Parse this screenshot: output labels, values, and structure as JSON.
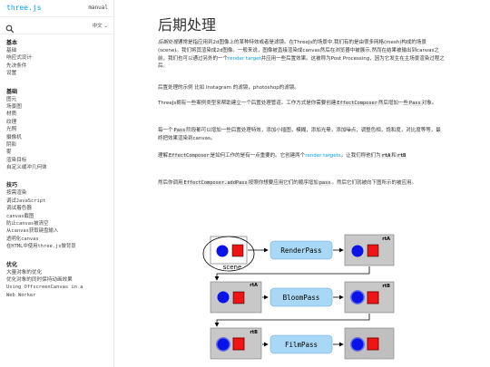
{
  "sidebar": {
    "logo": "three.js",
    "manual": "manual",
    "language": "中文",
    "groups": [
      {
        "title": "基本",
        "items": [
          "基础",
          "响应式设计",
          "先决条件",
          "设置"
        ]
      },
      {
        "title": "基础",
        "items": [
          "图元",
          "场景图",
          "材质",
          "纹理",
          "光照",
          "摄像机",
          "阴影",
          "雾",
          "渲染目标",
          "自定义缓冲几何体"
        ]
      },
      {
        "title": "技巧",
        "items": [
          "按需渲染",
          "调试JavaScript",
          "调试着色器",
          "canvas截图",
          "防止canvas被清空",
          "从canvas获取键盘输入",
          "透明化canvas",
          "在HTML中使用three.js做背景"
        ]
      },
      {
        "title": "优化",
        "items": [
          "大量对象的优化",
          "优化对象的同时保持动画效果",
          "Using OffscreenCanvas in a",
          "Web Worker"
        ]
      }
    ]
  },
  "page": {
    "title": "后期处理",
    "p1": {
      "em": "后期处理",
      "a": "通常是指应用到2d图像上的某种特效或者是滤镜。在ThreeJs的场景中,我们有的是由很多网格(mesh)构成的场景(scene)。我们将其渲染成2d图像。一般来说，图像被直接渲染成canvas然后在浏览器中被展示,然而在结果被输出到canvas之前，我们也可以通过另外的一个",
      "link": "render target",
      "b": "并应用一些后置效果。这被称为Post Processing，因为它发生在主场景渲染过程之后。"
    },
    "p2": "后置处理的示例 比如 Instagram 的滤镜，photoshop的滤镜。",
    "p3": {
      "a": "ThreeJs拥有一些案例类型来帮助建立一个后置处理管道。工作方式是你需要创建",
      "code": "EffectComposer",
      "b": "然后增加一些",
      "code2": "Pass",
      "c": "对象。"
    },
    "p4": {
      "a": "每一个",
      "code": "Pass",
      "b": "阶段都可以增加一些后置处理特效，添加小插图，模糊，添加光晕，添加噪点，调整色相，饱和度，对比度等等，最终把效果渲染到canvas。"
    },
    "p5": {
      "a": "理解",
      "code": "EffectComposer",
      "b": "是如何工作的是有一点重要的。它创建两个",
      "link": "render targets",
      "c": "。让我们称他们为",
      "r1": "rtA",
      "d": "和",
      "r2": "rtB"
    },
    "p6": {
      "a": "然后你调用",
      "code": "EffectComposer.addPass",
      "b": "按照你想要应用它们的顺序增加",
      "code2": "pass",
      "c": "。然后它们就被向下图所示的被应用。"
    }
  },
  "diagram": {
    "pass1": "RenderPass",
    "pass2": "BloomPass",
    "pass3": "FilmPass",
    "scene_label": "scene",
    "rtA": "rtA",
    "rtB": "rtB"
  },
  "colors": {
    "link": "#049ef4",
    "pass_fill": "#a8d8f5",
    "rt_fill": "#c8c8c8",
    "circle": "#0a14e8",
    "square": "#f01414"
  }
}
